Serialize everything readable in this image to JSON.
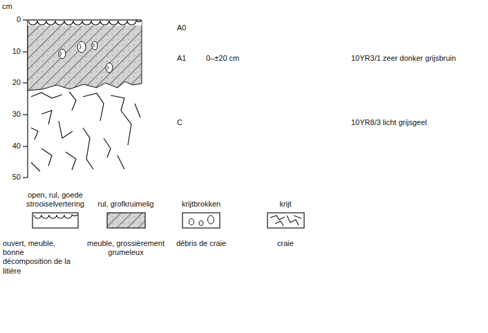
{
  "diagram": {
    "labels": [
      "cm",
      "0",
      "10",
      "20",
      "30",
      "40",
      "50",
      "A0",
      "A1",
      "0–±20 cm",
      "10YR3/1 zeer donker grijsbruin",
      "C",
      "10YR8/3 licht grijsgeel",
      "ouvert, meuble, bonne décomposition de la litière",
      "meuble, grossièrement grumeleux",
      "débris de craie",
      "craie"
    ],
    "legend": [
      {
        "text": "open, rul, goede strooiselvertering"
      },
      {
        "text": "rul, grofkruimelig"
      },
      {
        "text": "krijtbrokken"
      },
      {
        "text": "krijt"
      }
    ]
  }
}
